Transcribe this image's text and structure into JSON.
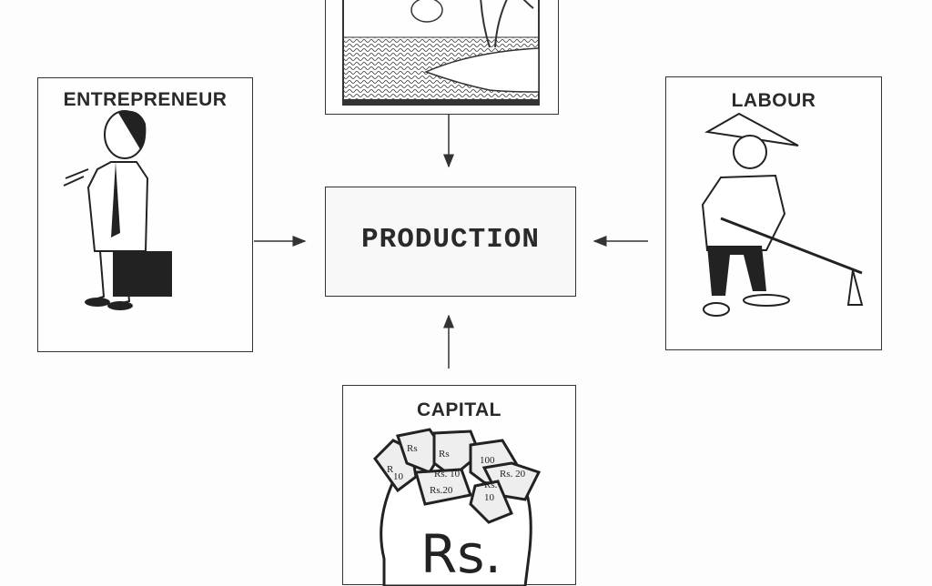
{
  "diagram": {
    "center": {
      "label": "PRODUCTION"
    },
    "factors": [
      {
        "id": "land",
        "label": "",
        "icon": "land-landscape-illustration"
      },
      {
        "id": "entrepreneur",
        "label": "ENTREPRENEUR",
        "icon": "businessman-illustration"
      },
      {
        "id": "labour",
        "label": "LABOUR",
        "icon": "farmer-with-hoe-illustration"
      },
      {
        "id": "capital",
        "label": "CAPITAL",
        "icon": "money-bag-illustration"
      }
    ],
    "money_bag_text": {
      "big": "Rs.",
      "notes": [
        "Rs",
        "Rs",
        "R",
        "10",
        "100",
        "Rs. 20",
        "Rs.20",
        "Rs.",
        "10",
        "Rs. 10"
      ]
    }
  }
}
